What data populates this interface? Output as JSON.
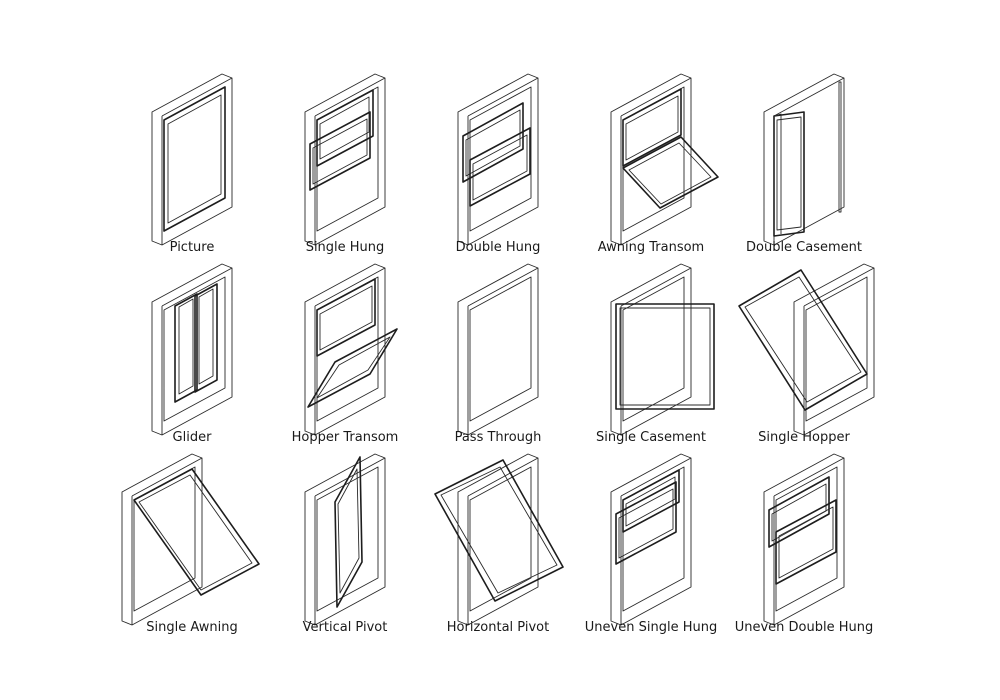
{
  "windows": [
    {
      "type": "picture",
      "label": "Picture"
    },
    {
      "type": "single-hung",
      "label": "Single Hung"
    },
    {
      "type": "double-hung",
      "label": "Double Hung"
    },
    {
      "type": "awning-transom",
      "label": "Awning Transom"
    },
    {
      "type": "double-casement",
      "label": "Double Casement"
    },
    {
      "type": "glider",
      "label": "Glider"
    },
    {
      "type": "hopper-transom",
      "label": "Hopper Transom"
    },
    {
      "type": "pass-through",
      "label": "Pass Through"
    },
    {
      "type": "single-casement",
      "label": "Single Casement"
    },
    {
      "type": "single-hopper",
      "label": "Single Hopper"
    },
    {
      "type": "single-awning",
      "label": "Single Awning"
    },
    {
      "type": "vertical-pivot",
      "label": "Vertical Pivot"
    },
    {
      "type": "horizontal-pivot",
      "label": "Horizontal Pivot"
    },
    {
      "type": "uneven-single-hung",
      "label": "Uneven Single Hung"
    },
    {
      "type": "uneven-double-hung",
      "label": "Uneven Double Hung"
    }
  ]
}
